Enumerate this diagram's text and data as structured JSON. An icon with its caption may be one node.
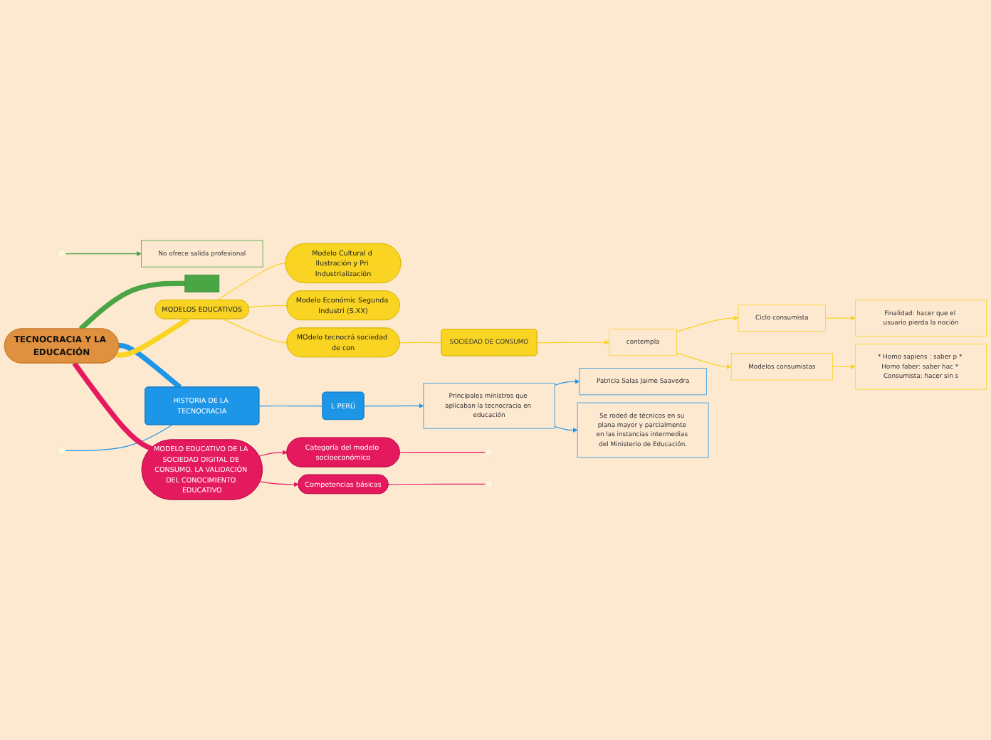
{
  "diagram": {
    "nodes": [
      {
        "text": [
          "TECNOCRACIA Y LA EDUCACIÓN"
        ]
      },
      {
        "text": [],
        "shape": "box"
      },
      {
        "text": [
          "No ofrece salida profesional"
        ]
      },
      {
        "text": [
          "HISTORIA DE LA TECNOCRACIA"
        ]
      },
      {
        "text": [
          "L PERÚ"
        ]
      },
      {
        "text": [
          "Principales ministros que aplicaban la tecnocracia en educación"
        ]
      },
      {
        "text": [
          "Patricia Salas Jaime Saavedra"
        ]
      },
      {
        "text": [
          "Se rodeó de técnicos en su plana mayor y parcialmente en las instancias intermedias del Ministerio de Educación."
        ]
      },
      {
        "text": [
          "MODELOS EDUCATIVOS"
        ]
      },
      {
        "text": [
          "Modelo Cultural d Ilustración y Pri Industrialización"
        ]
      },
      {
        "text": [
          "Modelo Económic Segunda Industri (S.XX)"
        ]
      },
      {
        "text": [
          "MOdelo tecnocrá sociedad de con"
        ]
      },
      {
        "text": [
          "SOCIEDAD DE CONSUMO"
        ]
      },
      {
        "text": [
          "contempla"
        ]
      },
      {
        "text": [
          "Ciclo consumista"
        ]
      },
      {
        "text": [
          "Modelos consumistas"
        ]
      },
      {
        "text": [
          "Finalidad: hacer que el usuario pierda la noción"
        ]
      },
      {
        "text": [
          "* Homo sapiens : saber p * Homo faber: saber hac * Consumista: hacer sin s"
        ]
      },
      {
        "text": [
          "MODELO EDUCATIVO DE LA SOCIEDAD DIGITAL DE CONSUMO. LA VALIDACIÓN DEL CONOCIMIENTO EDUCATIVO"
        ]
      },
      {
        "text": [
          "Categoría del modelo socioeconómico"
        ]
      },
      {
        "text": [
          "Competencias básicas"
        ]
      }
    ],
    "edges": [
      {
        "from": 0,
        "to": 1,
        "arrow": "none",
        "style": "thick",
        "color": "#4aa544"
      },
      {
        "from": null,
        "to": 2,
        "arrow": "to",
        "color": "#4aa544"
      },
      {
        "from": 0,
        "to": 3,
        "arrow": "none",
        "style": "thick",
        "color": "#1e96e8"
      },
      {
        "from": 3,
        "to": null,
        "arrow": "none",
        "color": "#1e96e8"
      },
      {
        "from": 3,
        "to": 4,
        "arrow": "none",
        "color": "#1e96e8"
      },
      {
        "from": 4,
        "to": 5,
        "arrow": "to",
        "color": "#1e96e8"
      },
      {
        "from": 5,
        "to": 6,
        "arrow": "to",
        "color": "#1e96e8"
      },
      {
        "from": 5,
        "to": 7,
        "arrow": "to",
        "color": "#1e96e8"
      },
      {
        "from": 0,
        "to": 8,
        "arrow": "none",
        "style": "thick",
        "color": "#f9d423"
      },
      {
        "from": 8,
        "to": 9,
        "arrow": "none",
        "color": "#f9d423"
      },
      {
        "from": 8,
        "to": 10,
        "arrow": "none",
        "color": "#f9d423"
      },
      {
        "from": 8,
        "to": 11,
        "arrow": "none",
        "color": "#f9d423"
      },
      {
        "from": 11,
        "to": 12,
        "arrow": "none",
        "color": "#f9d423"
      },
      {
        "from": 12,
        "to": 13,
        "arrow": "to",
        "color": "#f9d423"
      },
      {
        "from": 13,
        "to": 14,
        "arrow": "to",
        "color": "#f9d423"
      },
      {
        "from": 13,
        "to": 15,
        "arrow": "to",
        "color": "#f9d423"
      },
      {
        "from": 14,
        "to": 16,
        "arrow": "to",
        "color": "#f9d423"
      },
      {
        "from": 15,
        "to": 17,
        "arrow": "to",
        "color": "#f9d423"
      },
      {
        "from": 0,
        "to": 18,
        "arrow": "none",
        "style": "thick",
        "color": "#e5195e"
      },
      {
        "from": 18,
        "to": 19,
        "arrow": "to",
        "color": "#e5195e"
      },
      {
        "from": 18,
        "to": 20,
        "arrow": "to",
        "color": "#e5195e"
      },
      {
        "from": 19,
        "to": null,
        "arrow": "none",
        "color": "#e5195e"
      },
      {
        "from": 20,
        "to": null,
        "arrow": "none",
        "color": "#e5195e"
      }
    ]
  }
}
